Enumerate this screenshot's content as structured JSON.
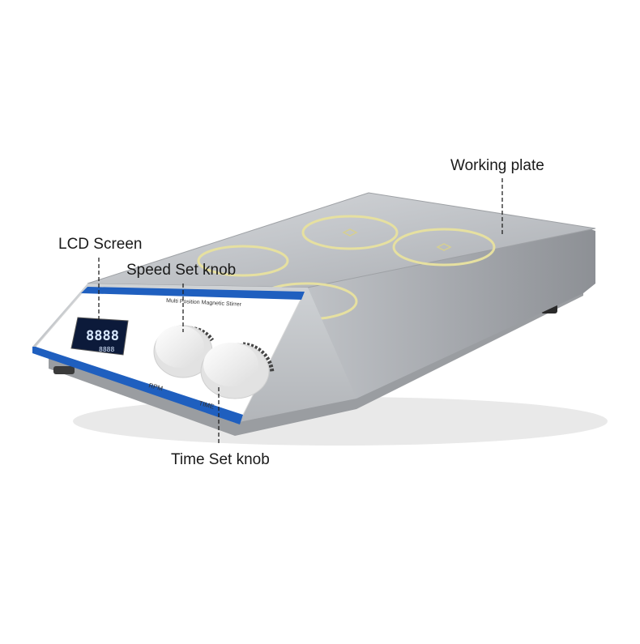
{
  "labels": {
    "working_plate": "Working plate",
    "lcd_screen": "LCD Screen",
    "speed_knob": "Speed Set knob",
    "time_knob": "Time Set knob"
  },
  "panel": {
    "title": "Multi Position Magnetic Stirrer",
    "rpm_label": "RPM",
    "time_label": "TIME"
  },
  "lcd": {
    "digits_main": "8888",
    "digits_sub": "8888"
  },
  "colors": {
    "accent_blue": "#1f5fbf",
    "steel": "#b9bcc0",
    "coil_ring": "#e6e0a0"
  }
}
